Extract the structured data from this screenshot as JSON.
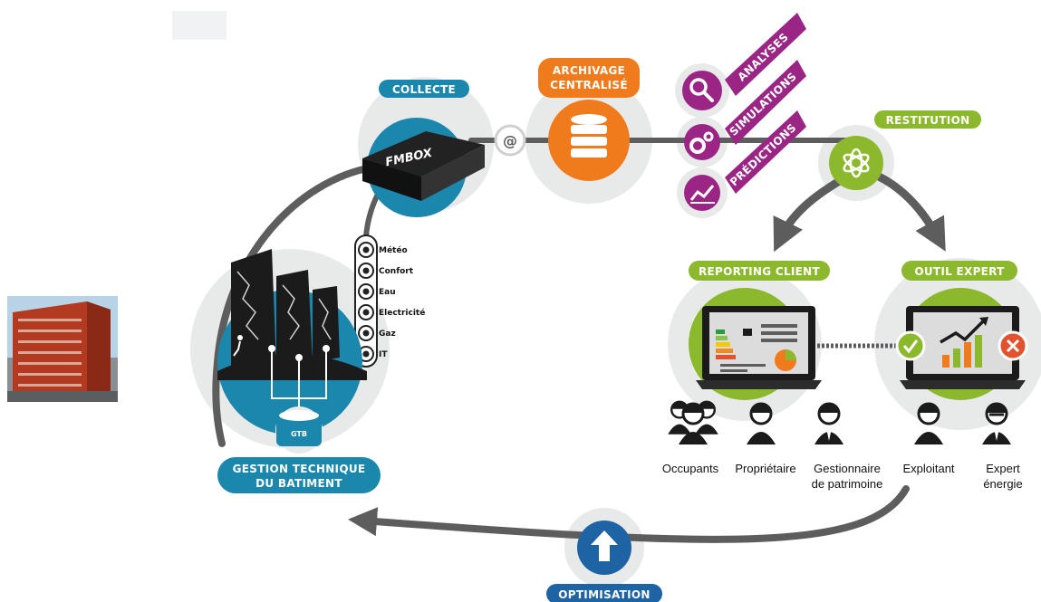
{
  "colors": {
    "teal": "#1b87ad",
    "orange": "#f07b1d",
    "magenta": "#9b2585",
    "green": "#8bb82c",
    "navy": "#1e63a3",
    "dark_gray": "#5d5d5d",
    "halo": "#e8eaea",
    "red": "#e2532d"
  },
  "collecte": {
    "label": "COLLECTE",
    "box_brand": "FMBOX"
  },
  "archivage": {
    "line1": "ARCHIVAGE",
    "line2": "CENTRALISÉ"
  },
  "at_symbol": "@",
  "analytics": [
    {
      "label": "ANALYSES",
      "icon": "magnifier-icon"
    },
    {
      "label": "SIMULATIONS",
      "icon": "gears-icon"
    },
    {
      "label": "PRÉDICTIONS",
      "icon": "trend-chart-icon"
    }
  ],
  "restitution": {
    "label": "RESTITUTION"
  },
  "data_feeds": [
    "Météo",
    "Confort",
    "Eau",
    "Electricité",
    "Gaz",
    "IT"
  ],
  "gtb": {
    "line1": "GESTION TECHNIQUE",
    "line2": "DU BATIMENT",
    "box_label": "GTB"
  },
  "reporting": {
    "label": "REPORTING CLIENT"
  },
  "expert": {
    "label": "OUTIL EXPERT"
  },
  "people": [
    {
      "line1": "Occupants",
      "line2": ""
    },
    {
      "line1": "Propriétaire",
      "line2": ""
    },
    {
      "line1": "Gestionnaire",
      "line2": "de patrimoine"
    },
    {
      "line1": "Exploitant",
      "line2": ""
    },
    {
      "line1": "Expert",
      "line2": "énergie"
    }
  ],
  "optimisation": {
    "label": "OPTIMISATION"
  }
}
